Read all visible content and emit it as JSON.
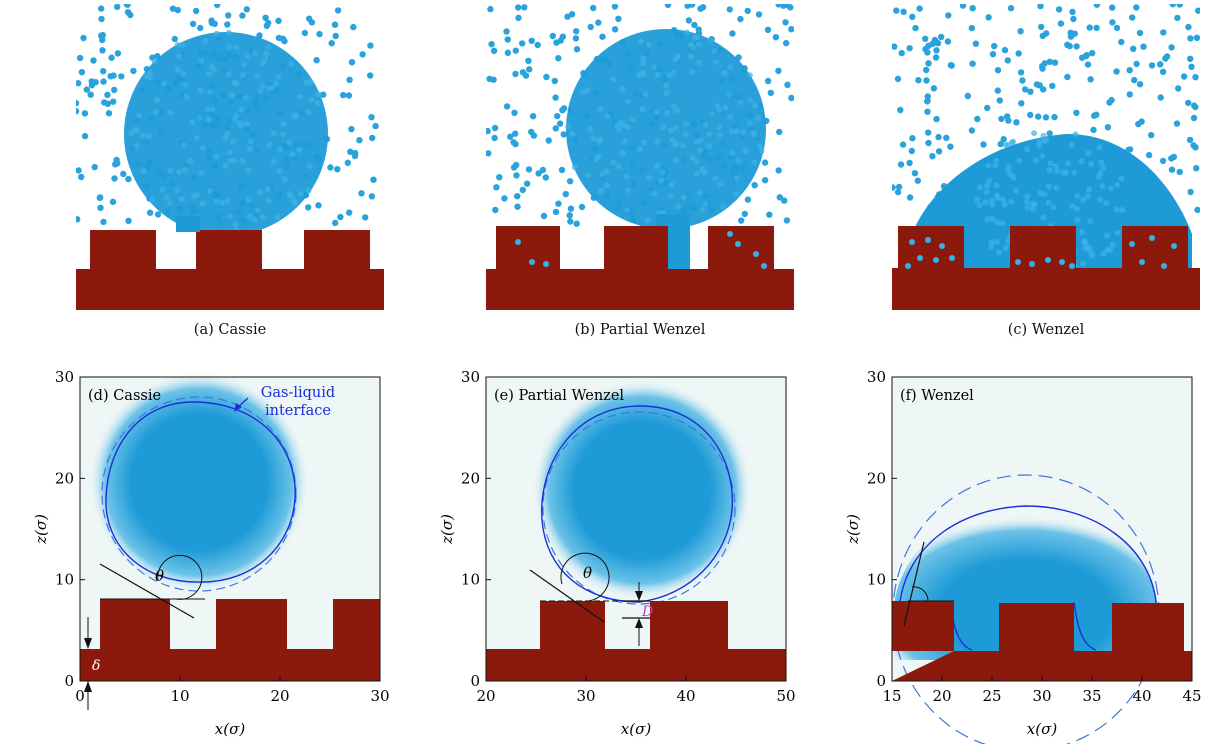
{
  "snapshots": [
    {
      "caption": "(a) Cassie"
    },
    {
      "caption": "(b) Partial Wenzel"
    },
    {
      "caption": "(c) Wenzel"
    }
  ],
  "colors": {
    "fluid": "#1e9bd7",
    "solid": "#8b1a0c",
    "interface": "#1a2fd8",
    "fit": "#3a7ad8",
    "annotation": "#cc33cc",
    "plot_bg": "#eef6f6"
  },
  "panels": [
    {
      "label": "(d) Cassie",
      "xlabel": "x(σ)",
      "ylabel": "z(σ)",
      "xticks": [
        "0",
        "10",
        "20",
        "30"
      ],
      "yticks": [
        "0",
        "10",
        "20",
        "30"
      ],
      "theta": "θ",
      "delta": "δ",
      "interface_label_1": "Gas-liquid",
      "interface_label_2": "interface"
    },
    {
      "label": "(e) Partial Wenzel",
      "xlabel": "x(σ)",
      "ylabel": "z(σ)",
      "xticks": [
        "20",
        "30",
        "40",
        "50"
      ],
      "yticks": [
        "0",
        "10",
        "20",
        "30"
      ],
      "theta": "θ",
      "depth": "D"
    },
    {
      "label": "(f) Wenzel",
      "xlabel": "x(σ)",
      "ylabel": "z(σ)",
      "xticks": [
        "15",
        "20",
        "25",
        "30",
        "35",
        "40",
        "45"
      ],
      "yticks": [
        "0",
        "10",
        "20",
        "30"
      ]
    }
  ]
}
